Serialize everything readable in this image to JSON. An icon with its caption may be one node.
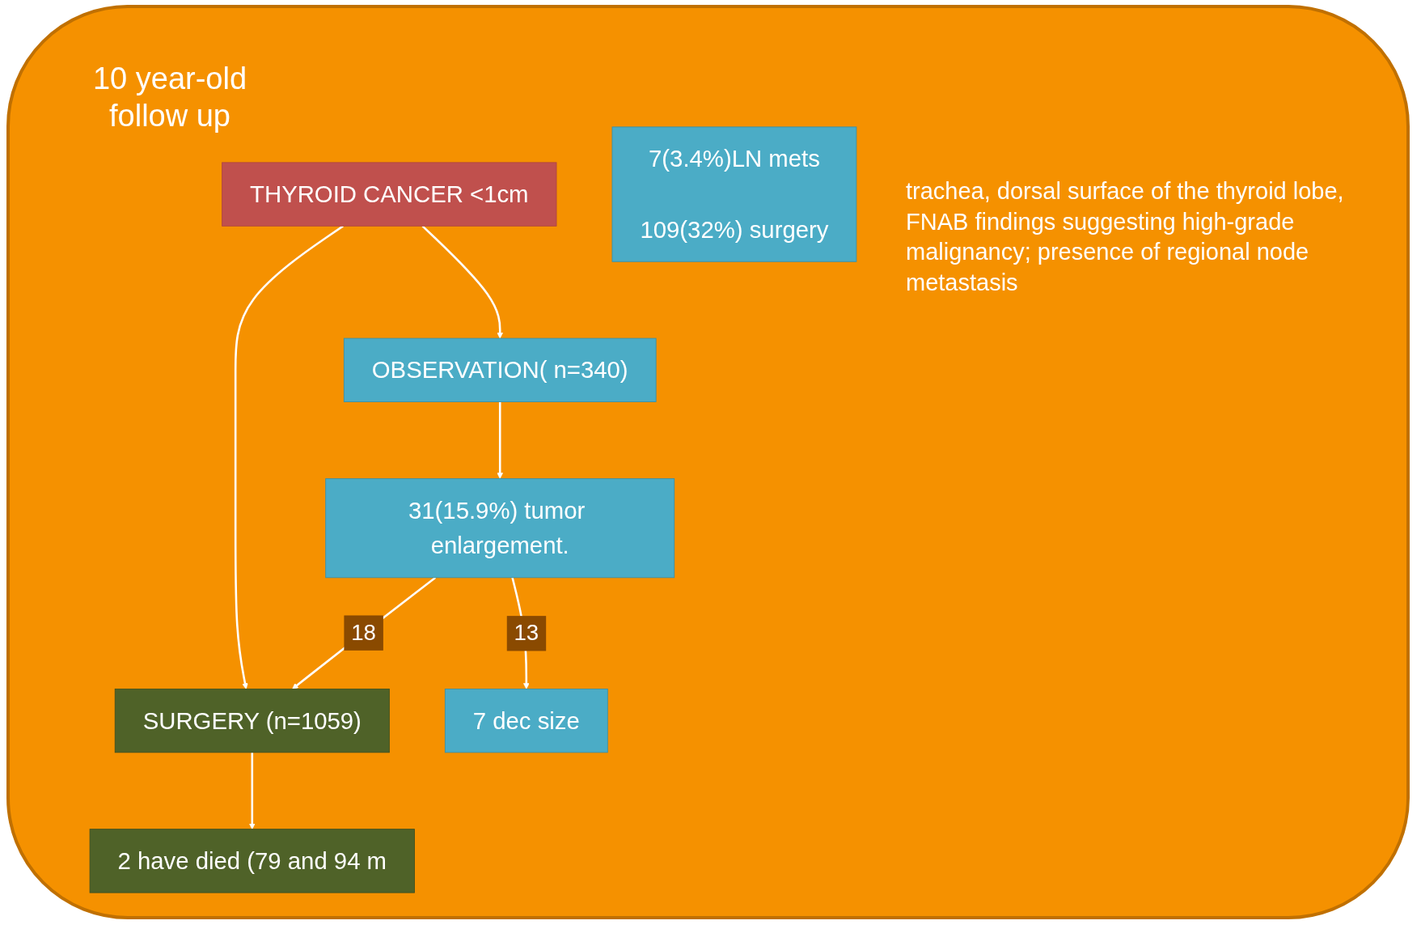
{
  "diagram": {
    "nodes": [
      {
        "text": [
          "THYROID CANCER <1cm"
        ]
      },
      {
        "text": [
          "OBSERVATION( n=340)"
        ]
      },
      {
        "text": [
          "SURGERY (n=1059)"
        ]
      },
      {
        "text": [
          "31(15.9%) tumor enlargement."
        ]
      },
      {
        "text": [
          "7 dec size"
        ]
      },
      {
        "text": [
          "2 have died (79 and 94 m"
        ]
      },
      {
        "text": [
          "7(3.4%)LN mets",
          "109(32%) surgery"
        ]
      }
    ],
    "edges": [
      {
        "from": 0,
        "to": 1,
        "arrow": "to"
      },
      {
        "from": 0,
        "to": 2,
        "arrow": "to"
      },
      {
        "from": 1,
        "to": 3,
        "arrow": "to"
      },
      {
        "from": 3,
        "to": 2,
        "arrow": "to",
        "label": "18"
      },
      {
        "from": 3,
        "to": 4,
        "arrow": "to",
        "label": "13"
      },
      {
        "from": 2,
        "to": 5,
        "arrow": "to"
      }
    ],
    "labels": [
      "10 year-old follow up",
      "trachea, dorsal surface of the thyroid lobe, FNAB findings suggesting high-grade malignancy; presence of regional node metastasis"
    ]
  }
}
